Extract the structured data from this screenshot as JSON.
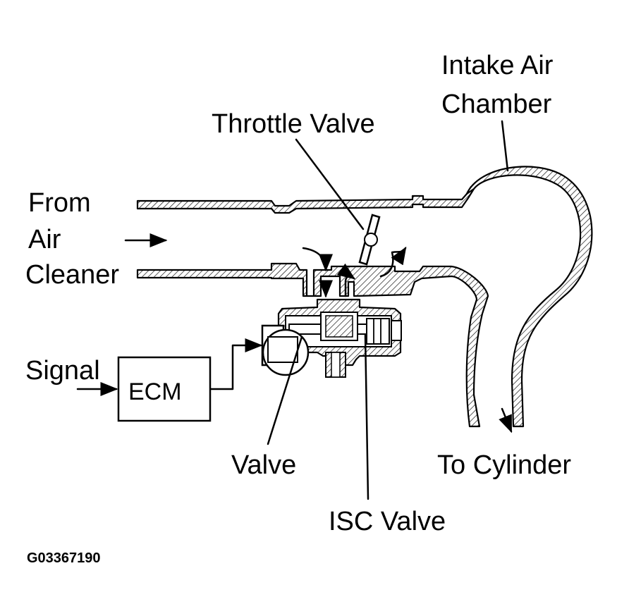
{
  "labels": {
    "intake_line1": "Intake Air",
    "intake_line2": "Chamber",
    "throttle": "Throttle Valve",
    "from_line1": "From",
    "from_line2": "Air",
    "from_line3": "Cleaner",
    "signal": "Signal",
    "ecm": "ECM",
    "valve": "Valve",
    "to_cylinder": "To Cylinder",
    "isc_valve": "ISC Valve",
    "figure_code": "G03367190"
  }
}
